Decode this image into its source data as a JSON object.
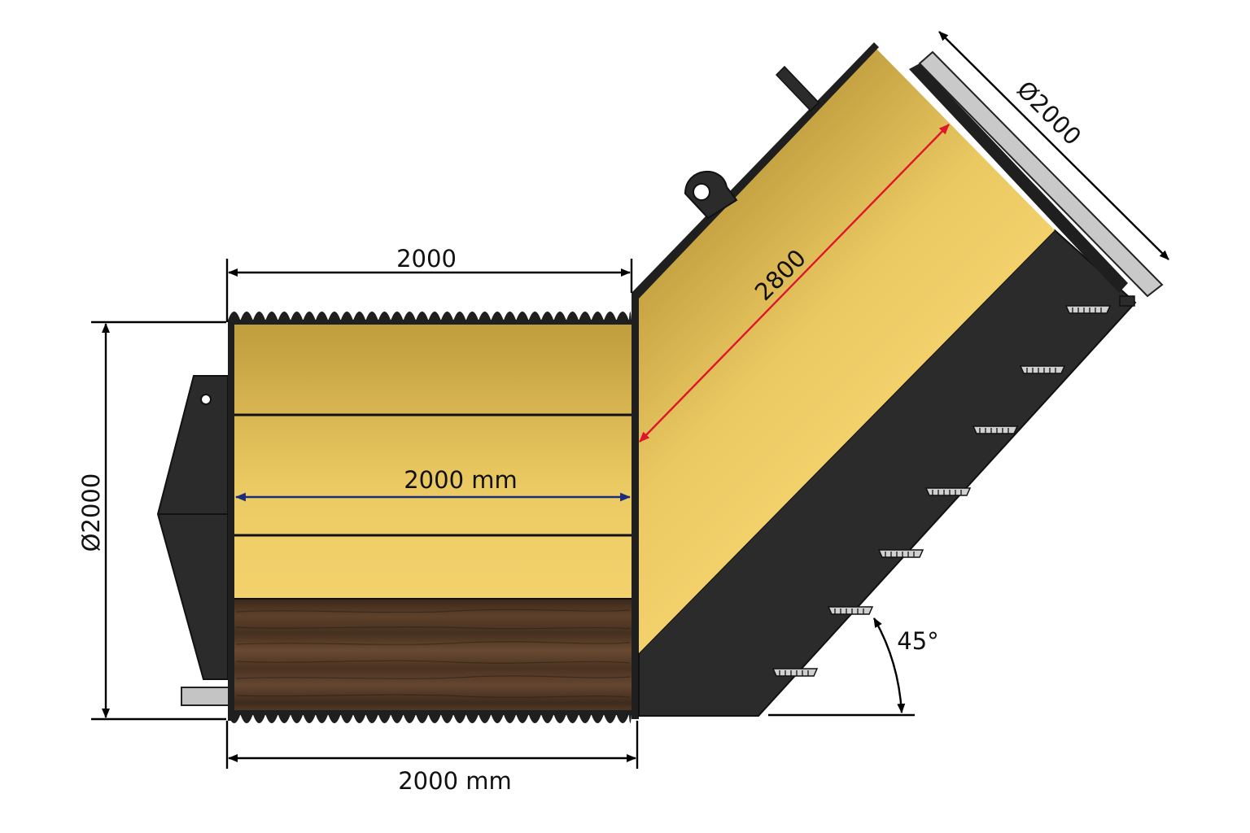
{
  "labels": {
    "top_length": "2000",
    "inner_length": "2000 mm",
    "bottom_length": "2000 mm",
    "left_diameter": "Ø2000",
    "diagonal_length": "2800",
    "angled_diameter": "Ø2000",
    "angle": "45°"
  },
  "colors": {
    "outline": "#1f1f1f",
    "dark_body": "#2b2b2b",
    "yellow_dark": "#c2a040",
    "yellow_light": "#f3d06a",
    "wood_dark": "#3e2a1c",
    "wood_mid": "#6b4a32",
    "plate_gray": "#c4c4c4",
    "red_dimension": "#e0142a",
    "blue_dimension": "#1b2c7a"
  }
}
